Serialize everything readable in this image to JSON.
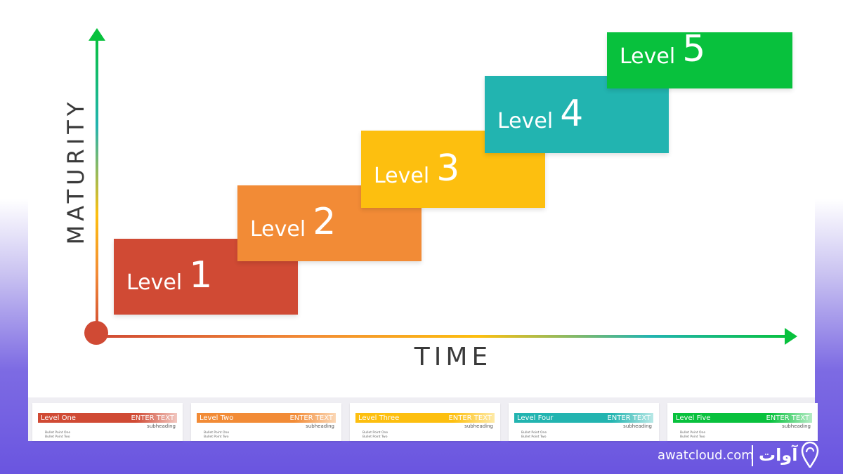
{
  "colors": {
    "red": "#d04a34",
    "orange": "#f28b36",
    "yellow": "#fdbf0f",
    "teal": "#22b4b0",
    "green": "#08c13d",
    "axis_text": "#3a3a3a",
    "brand_bg": "#6a55e0"
  },
  "diagram": {
    "y_axis_label": "MATURITY",
    "x_axis_label": "TIME",
    "levels": [
      {
        "word": "Level",
        "number": "1",
        "color": "#d04a34"
      },
      {
        "word": "Level",
        "number": "2",
        "color": "#f28b36"
      },
      {
        "word": "Level",
        "number": "3",
        "color": "#fdbf0f"
      },
      {
        "word": "Level",
        "number": "4",
        "color": "#22b4b0"
      },
      {
        "word": "Level",
        "number": "5",
        "color": "#08c13d"
      }
    ]
  },
  "thumbnails": [
    {
      "title": "Level One",
      "enter": "ENTER TEXT",
      "sub": "subheading",
      "b1": "Bullet Point One",
      "b2": "Bullet Point Two",
      "color": "#d04a34"
    },
    {
      "title": "Level Two",
      "enter": "ENTER TEXT",
      "sub": "subheading",
      "b1": "Bullet Point One",
      "b2": "Bullet Point Two",
      "color": "#f28b36"
    },
    {
      "title": "Level Three",
      "enter": "ENTER TEXT",
      "sub": "subheading",
      "b1": "Bullet Point One",
      "b2": "Bullet Point Two",
      "color": "#fdbf0f"
    },
    {
      "title": "Level Four",
      "enter": "ENTER TEXT",
      "sub": "subheading",
      "b1": "Bullet Point One",
      "b2": "Bullet Point Two",
      "color": "#22b4b0"
    },
    {
      "title": "Level Five",
      "enter": "ENTER TEXT",
      "sub": "subheading",
      "b1": "Bullet Point One",
      "b2": "Bullet Point Two",
      "color": "#08c13d"
    }
  ],
  "brand": {
    "site": "awatcloud.com",
    "name": "آوات",
    "logo_icon": "cloud-drop-icon"
  }
}
